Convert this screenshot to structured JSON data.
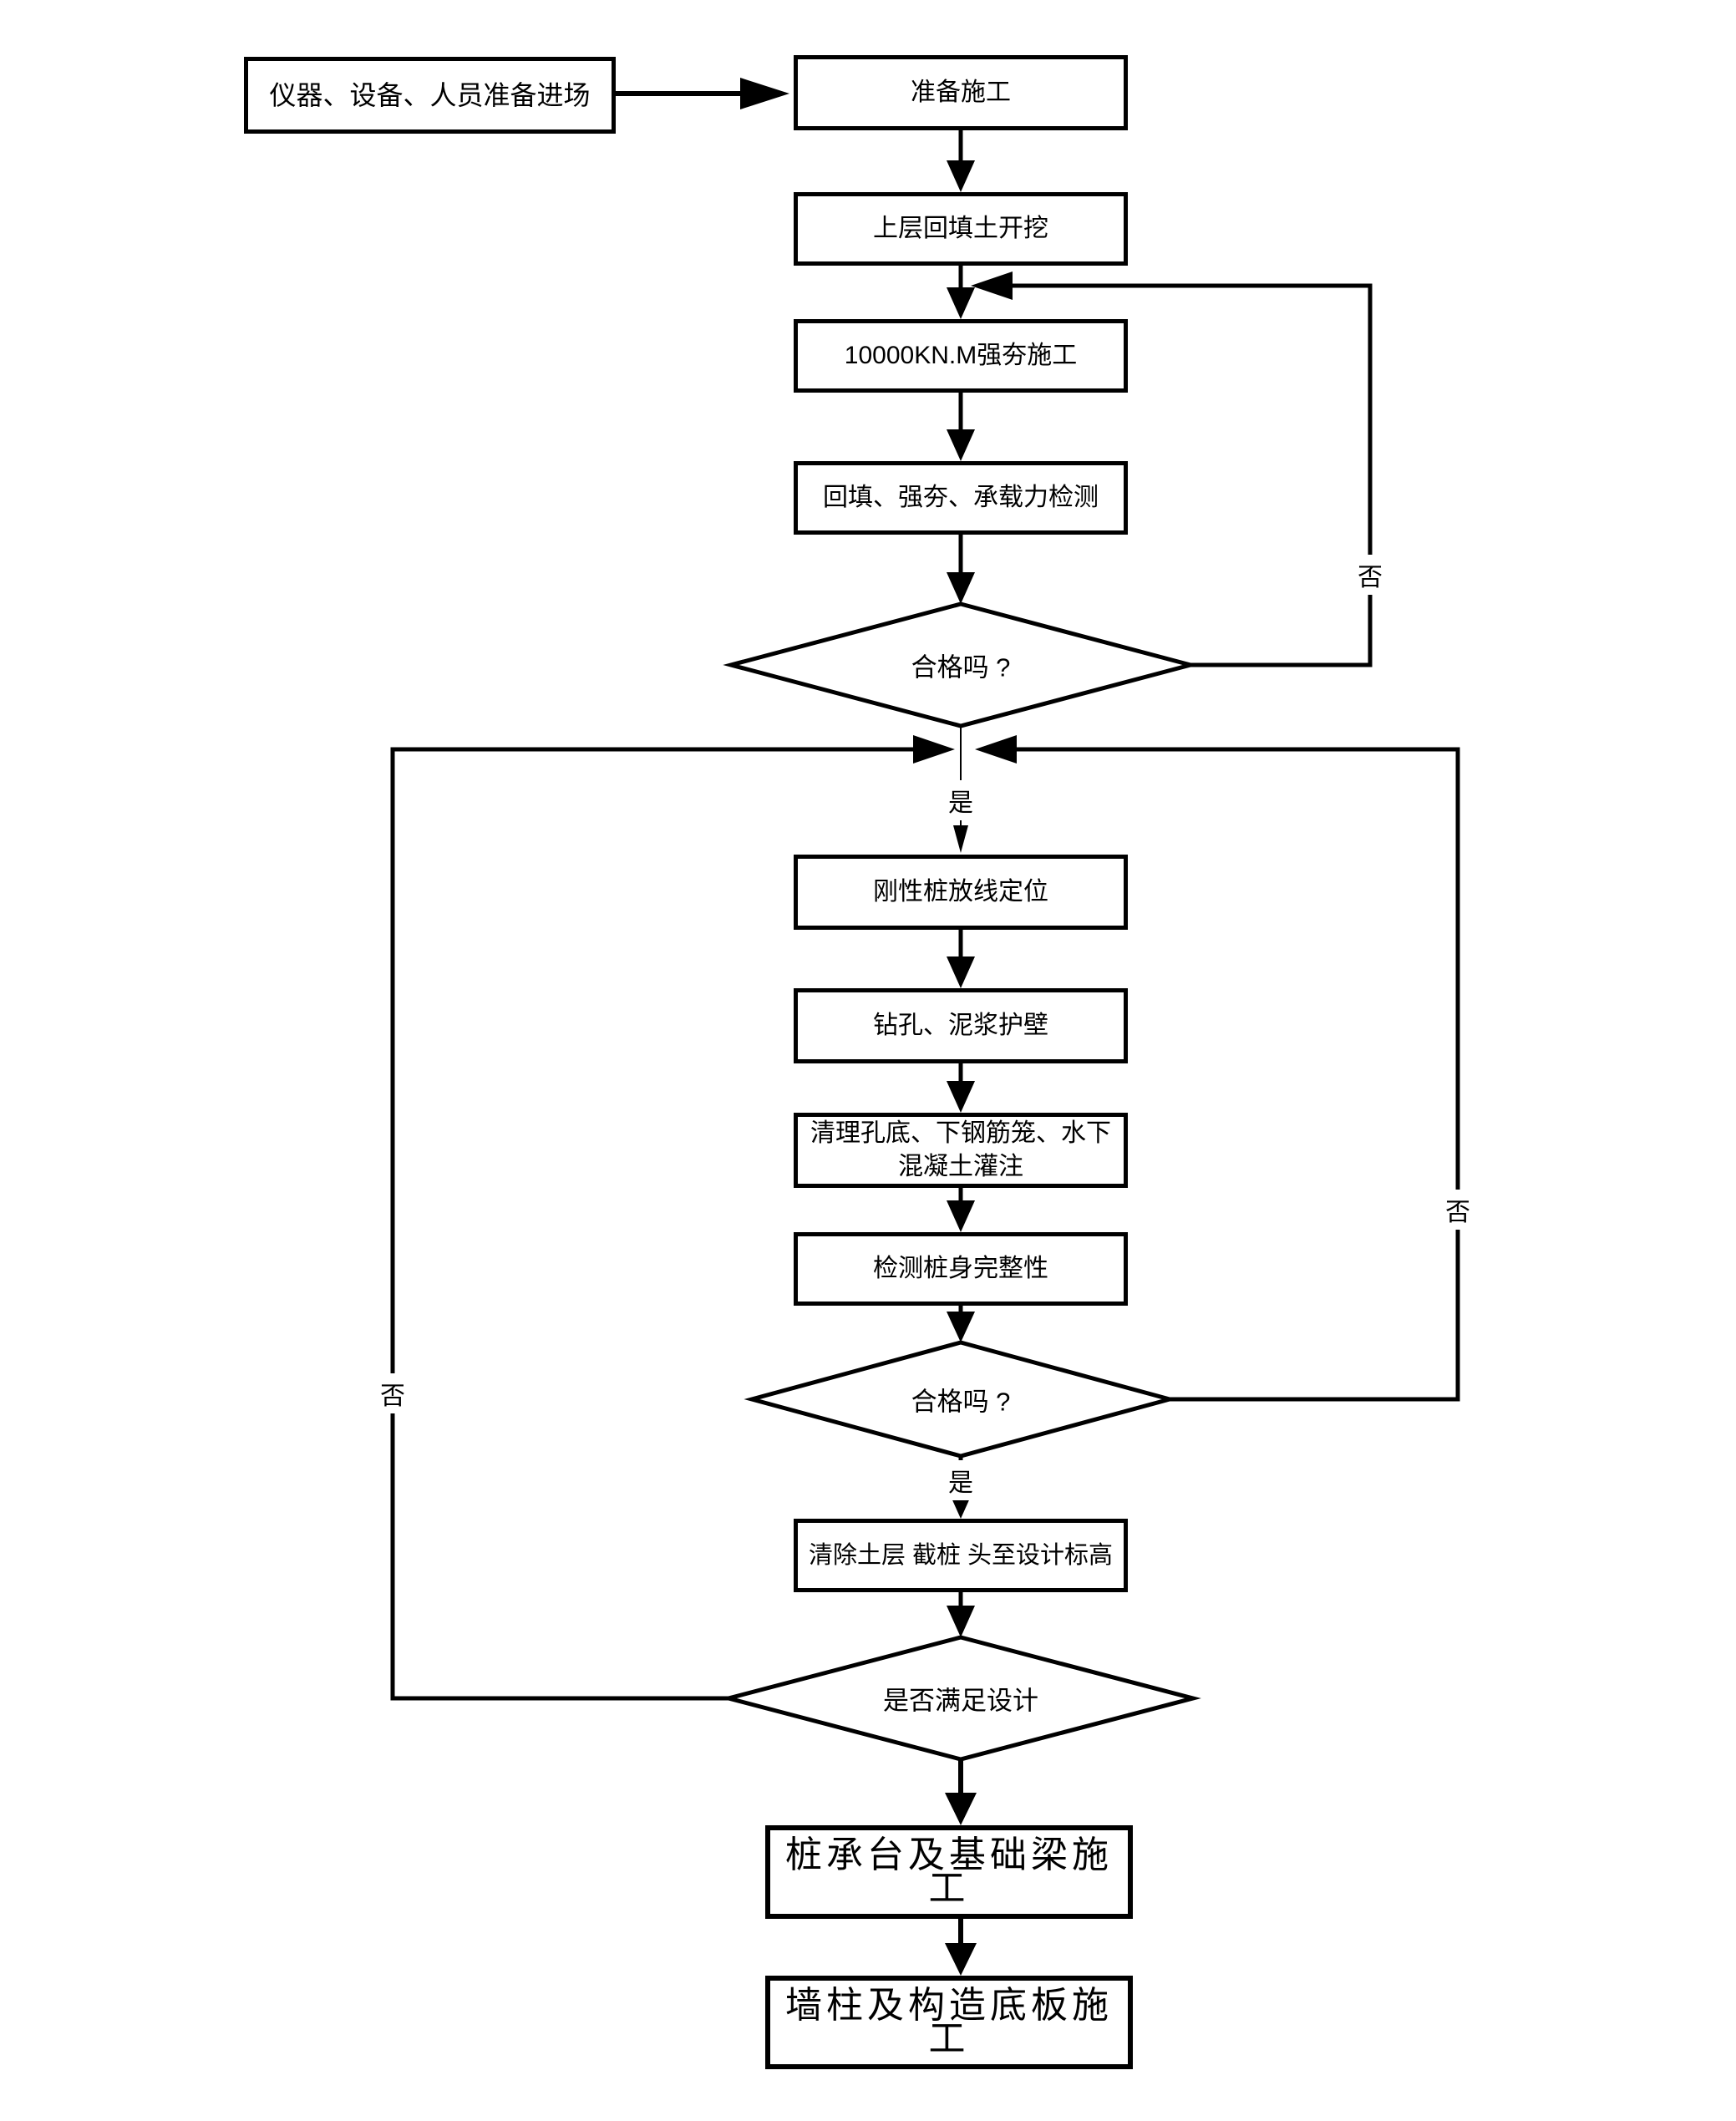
{
  "diagram": {
    "type": "flowchart",
    "language": "zh-CN",
    "nodes": {
      "prep_entry": {
        "shape": "rect",
        "label": "仪器、设备、人员准备进场"
      },
      "prepare_construction": {
        "shape": "rect",
        "label": "准备施工"
      },
      "upper_backfill_excavation": {
        "shape": "rect",
        "label": "上层回填土开挖"
      },
      "dynamic_compaction": {
        "shape": "rect",
        "label": "10000KN.M强夯施工"
      },
      "bearing_capacity_test": {
        "shape": "rect",
        "label": "回填、强夯、承载力检测"
      },
      "qualified_1": {
        "shape": "diamond",
        "label": "合格吗 ?"
      },
      "rigid_pile_layout": {
        "shape": "rect",
        "label": "刚性桩放线定位"
      },
      "drilling_mud_wall": {
        "shape": "rect",
        "label": "钻孔、泥浆护壁"
      },
      "clean_hole_cage_concrete": {
        "shape": "rect",
        "label": "清理孔底、下钢筋笼、水下\n混凝土灌注"
      },
      "pile_integrity_test": {
        "shape": "rect",
        "label": "检测桩身完整性"
      },
      "qualified_2": {
        "shape": "diamond",
        "label": "合格吗 ?"
      },
      "remove_soil_cut_pile": {
        "shape": "rect",
        "label": "清除土层 截桩 头至设计标高"
      },
      "meets_design": {
        "shape": "diamond",
        "label": "是否满足设计"
      },
      "pile_cap_foundation_beam": {
        "shape": "rect",
        "label": "桩承台及基础梁施工"
      },
      "wall_column_bottom_slab": {
        "shape": "rect",
        "label": "墙柱及构造底板施工"
      }
    },
    "edge_labels": {
      "yes": "是",
      "no": "否"
    }
  }
}
